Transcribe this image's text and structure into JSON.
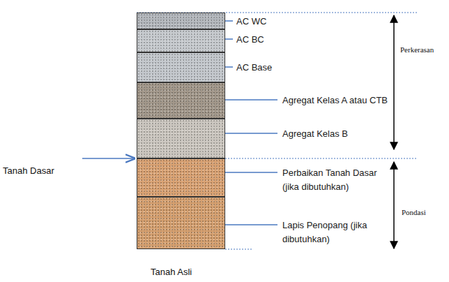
{
  "diagram": {
    "nodes": [
      {
        "text": [
          "AC WC"
        ]
      },
      {
        "text": [
          "AC BC"
        ]
      },
      {
        "text": [
          "AC Base"
        ]
      },
      {
        "text": [
          "Agregat Kelas A atau CTB"
        ]
      },
      {
        "text": [
          "Agregat Kelas B"
        ]
      },
      {
        "text": [
          "Perbaikan Tanah Dasar (jika dibutuhkan)"
        ]
      },
      {
        "text": [
          "Lapis Penopang (jika dibutuhkan)"
        ]
      }
    ],
    "labels": [
      "Perkerasan",
      "Pondasi",
      "Tanah Dasar",
      "Tanah Asli"
    ]
  }
}
